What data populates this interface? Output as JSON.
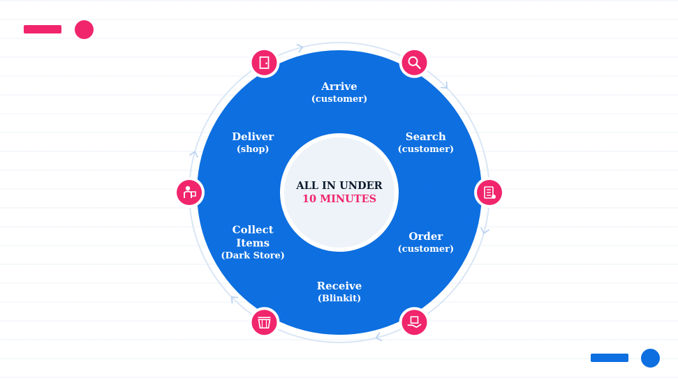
{
  "colors": {
    "wheel_blue": "#0d6fe0",
    "accent_pink": "#f0256b",
    "ring_border": "#d9e6f6",
    "center_fill": "#eef3f9",
    "dark_text": "#0d1b2e"
  },
  "center": {
    "line1": "ALL IN UNDER",
    "line2": "10 MINUTES"
  },
  "segments": [
    {
      "title": "Arrive",
      "subtitle": "(customer)",
      "icon": "door-icon"
    },
    {
      "title": "Search",
      "subtitle": "(customer)",
      "icon": "magnifier-icon"
    },
    {
      "title": "Order",
      "subtitle": "(customer)",
      "icon": "order-checklist-icon"
    },
    {
      "title": "Receive",
      "subtitle": "(Blinkit)",
      "icon": "package-hand-icon"
    },
    {
      "title": "Collect Items",
      "title_lines": [
        "Collect",
        "Items"
      ],
      "subtitle": "(Dark Store)",
      "icon": "basket-icon"
    },
    {
      "title": "Deliver",
      "subtitle": "(shop)",
      "icon": "delivery-person-icon"
    }
  ]
}
